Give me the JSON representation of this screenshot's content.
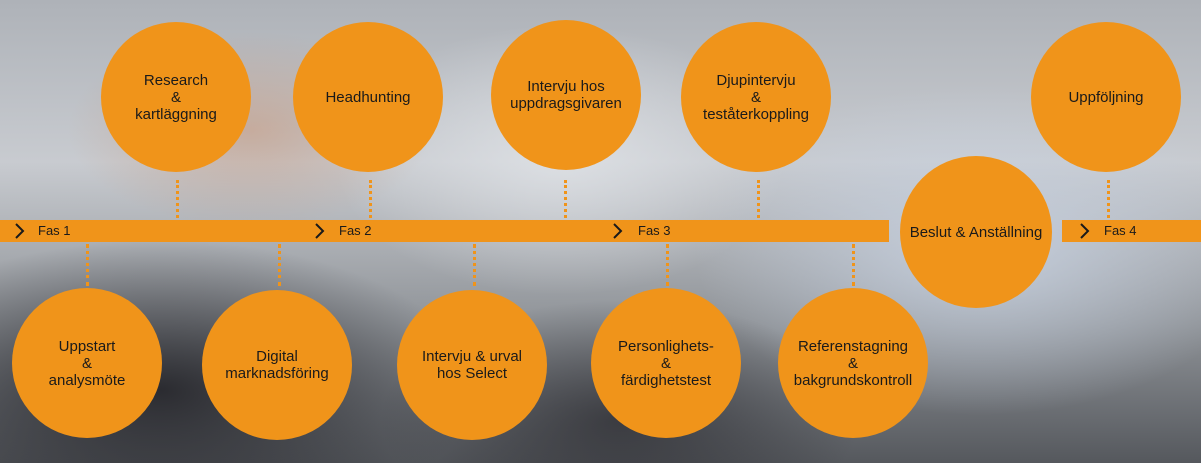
{
  "phases": [
    {
      "label": "Fas 1"
    },
    {
      "label": "Fas 2"
    },
    {
      "label": "Fas 3"
    },
    {
      "label": "Fas 4"
    }
  ],
  "colors": {
    "accent": "#f0941a",
    "text": "#1a1a1a"
  },
  "steps": {
    "research": "Research\n&\nkartläggning",
    "headhunting": "Headhunting",
    "intervju_uppdragsgivaren": "Intervju hos\nuppdragsgivaren",
    "djupintervju": "Djupintervju\n&\nteståterkoppling",
    "uppfoljning": "Uppföljning",
    "uppstart": "Uppstart\n&\nanalysmöte",
    "digital": "Digital\nmarknadsföring",
    "intervju_urval": "Intervju & urval\nhos Select",
    "personlighet": "Personlighets-\n&\nfärdighetstest",
    "referens": "Referenstagning\n&\nbakgrundskontroll",
    "beslut": "Beslut & Anställning"
  }
}
